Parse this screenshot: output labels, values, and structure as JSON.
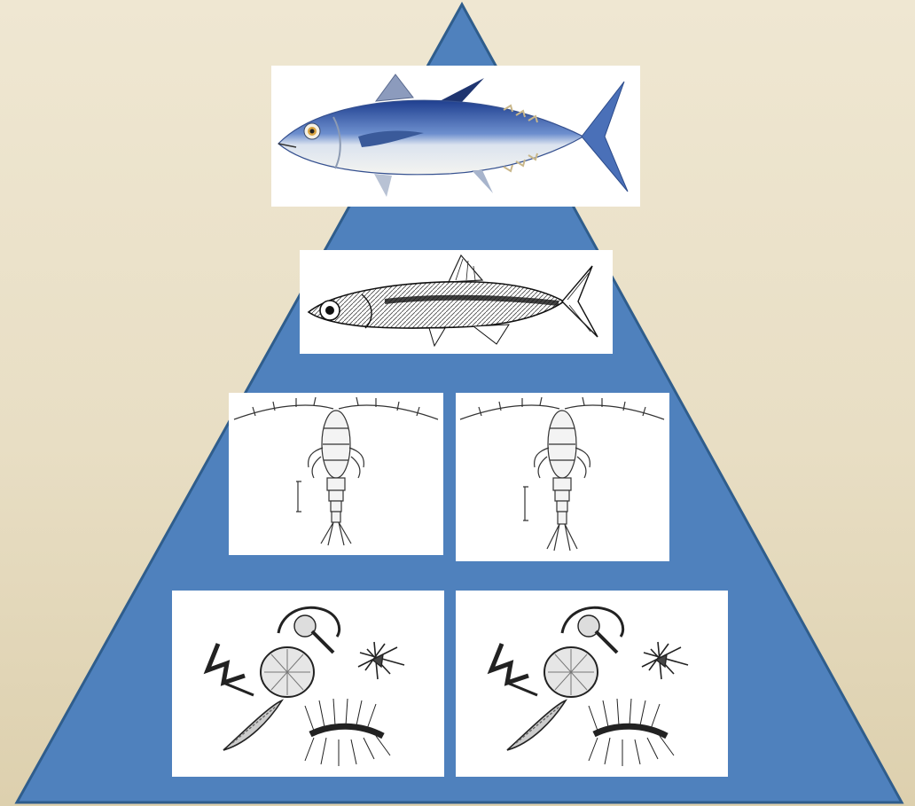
{
  "diagram": {
    "type": "trophic-pyramid",
    "colors": {
      "background": "#e9dfc6",
      "pyramid_fill": "#4f81bd",
      "pyramid_stroke": "#2f5d8c",
      "panel_background": "#ffffff"
    },
    "levels": [
      {
        "level": 1,
        "organism_icons": [
          "tuna-icon"
        ]
      },
      {
        "level": 2,
        "organism_icons": [
          "anchovy-icon"
        ]
      },
      {
        "level": 3,
        "organism_icons": [
          "copepod-icon",
          "copepod-icon"
        ]
      },
      {
        "level": 4,
        "organism_icons": [
          "phytoplankton-icon",
          "phytoplankton-icon"
        ]
      }
    ]
  }
}
